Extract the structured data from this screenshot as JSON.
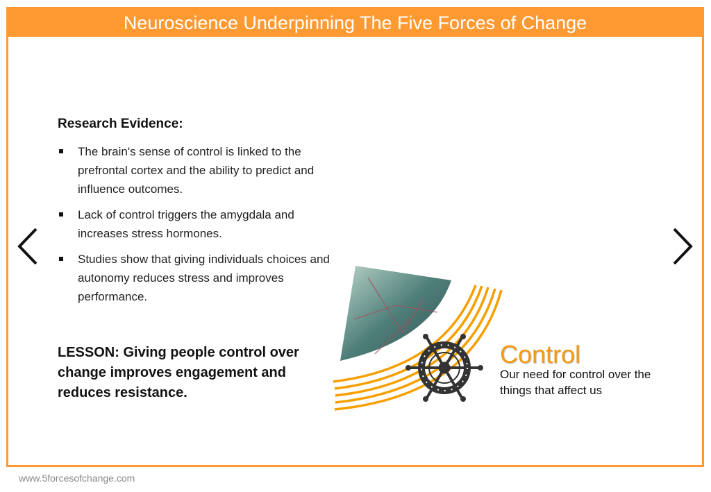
{
  "header": {
    "title": "Neuroscience Underpinning The Five Forces of Change"
  },
  "evidence": {
    "heading": "Research Evidence:",
    "bullets": [
      "The brain's sense of control is linked to the prefrontal cortex and the ability to predict and influence outcomes.",
      "Lack of control triggers the amygdala and increases stress hormones.",
      "Studies show that giving individuals choices and autonomy reduces stress and improves performance."
    ]
  },
  "lesson": "LESSON: Giving people control over change improves engagement and reduces resistance.",
  "force": {
    "title": "Control",
    "description": "Our need for control over the things that affect us"
  },
  "footer": "www.5forcesofchange.com",
  "colors": {
    "accent": "#ff9a33",
    "title": "#f39a12"
  }
}
